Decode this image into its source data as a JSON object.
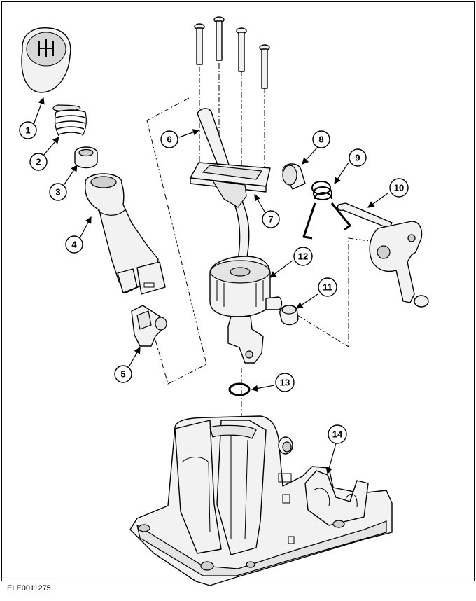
{
  "figure": {
    "reference_code": "ELE0011275",
    "callouts": [
      "1",
      "2",
      "3",
      "4",
      "5",
      "6",
      "7",
      "8",
      "9",
      "10",
      "11",
      "12",
      "13",
      "14"
    ]
  }
}
